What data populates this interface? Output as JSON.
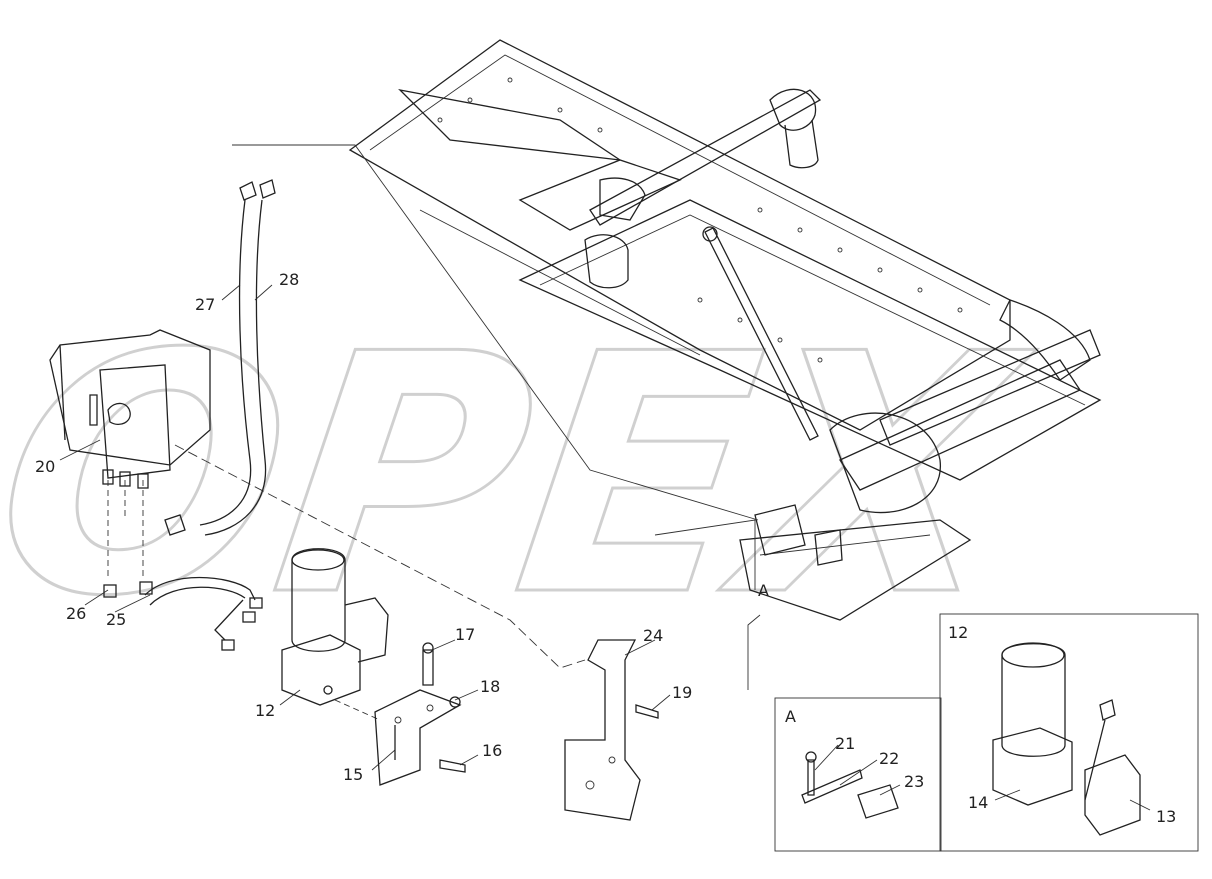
{
  "watermark": {
    "text": "OPEX"
  },
  "detail_A": {
    "title": "A"
  },
  "detail_12": {
    "title": "12"
  },
  "callouts": {
    "c12": "12",
    "c13": "13",
    "c14": "14",
    "c15": "15",
    "c16": "16",
    "c17": "17",
    "c18": "18",
    "c19": "19",
    "c20": "20",
    "c21": "21",
    "c22": "22",
    "c23": "23",
    "c24": "24",
    "c25": "25",
    "c26": "26",
    "c27": "27",
    "c28": "28",
    "cA": "A"
  },
  "colors": {
    "line": "#222222",
    "watermark": "#d0d0d0",
    "frame": "#333333"
  }
}
